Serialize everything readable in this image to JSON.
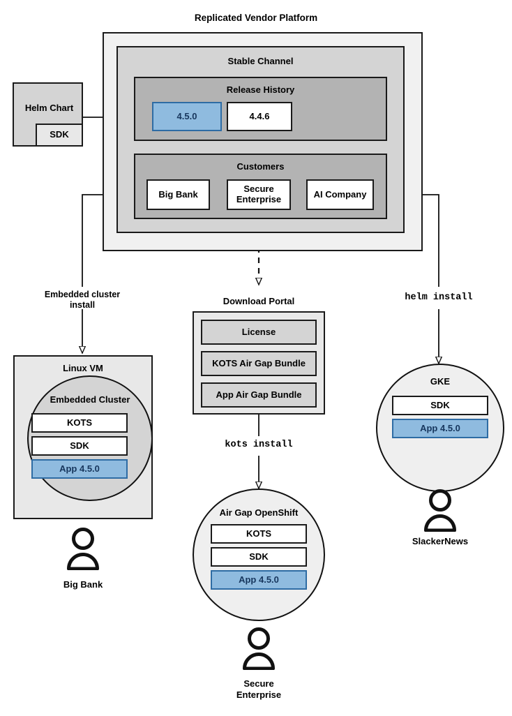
{
  "diagram": {
    "title": "Replicated Vendor Platform",
    "colors": {
      "accent_blue_fill": "#8fbbdf",
      "accent_blue_border": "#2e6ca4",
      "accent_blue_text": "#17365d",
      "outer_panel": "#f1f1f1",
      "channel_panel": "#d4d4d4",
      "inner_panel": "#b3b3b3",
      "line": "#1a1a1a"
    }
  },
  "source": {
    "helm_chart": {
      "label": "Helm Chart",
      "sdk_label": "SDK"
    }
  },
  "platform": {
    "channel": {
      "title": "Stable Channel"
    },
    "release_history": {
      "title": "Release History",
      "releases": [
        {
          "version": "4.5.0",
          "highlighted": true
        },
        {
          "version": "4.4.6",
          "highlighted": false
        }
      ]
    },
    "customers": {
      "title": "Customers",
      "items": [
        {
          "name": "Big Bank"
        },
        {
          "name": "Secure Enterprise"
        },
        {
          "name": "AI Company"
        }
      ]
    }
  },
  "flows": {
    "embedded_cluster_install": "Embedded cluster\ninstall",
    "embedded_cluster_install_line1": "Embedded cluster",
    "embedded_cluster_install_line2": "install",
    "kots_install": "kots install",
    "helm_install": "helm install"
  },
  "download_portal": {
    "title": "Download Portal",
    "artifacts": [
      {
        "label": "License"
      },
      {
        "label": "KOTS Air Gap Bundle"
      },
      {
        "label": "App Air Gap Bundle"
      }
    ]
  },
  "targets": [
    {
      "id": "linux-vm",
      "host_label": "Linux VM",
      "cluster_label": "Embedded Cluster",
      "components": [
        {
          "label": "KOTS",
          "highlighted": false
        },
        {
          "label": "SDK",
          "highlighted": false
        },
        {
          "label": "App 4.5.0",
          "highlighted": true
        }
      ],
      "actor": "Big Bank"
    },
    {
      "id": "air-gap-openshift",
      "host_label": "Air Gap OpenShift",
      "components": [
        {
          "label": "KOTS",
          "highlighted": false
        },
        {
          "label": "SDK",
          "highlighted": false
        },
        {
          "label": "App 4.5.0",
          "highlighted": true
        }
      ],
      "actor_line1": "Secure",
      "actor_line2": "Enterprise",
      "actor": "Secure Enterprise"
    },
    {
      "id": "gke",
      "host_label": "GKE",
      "components": [
        {
          "label": "SDK",
          "highlighted": false
        },
        {
          "label": "App 4.5.0",
          "highlighted": true
        }
      ],
      "actor": "SlackerNews"
    }
  ]
}
